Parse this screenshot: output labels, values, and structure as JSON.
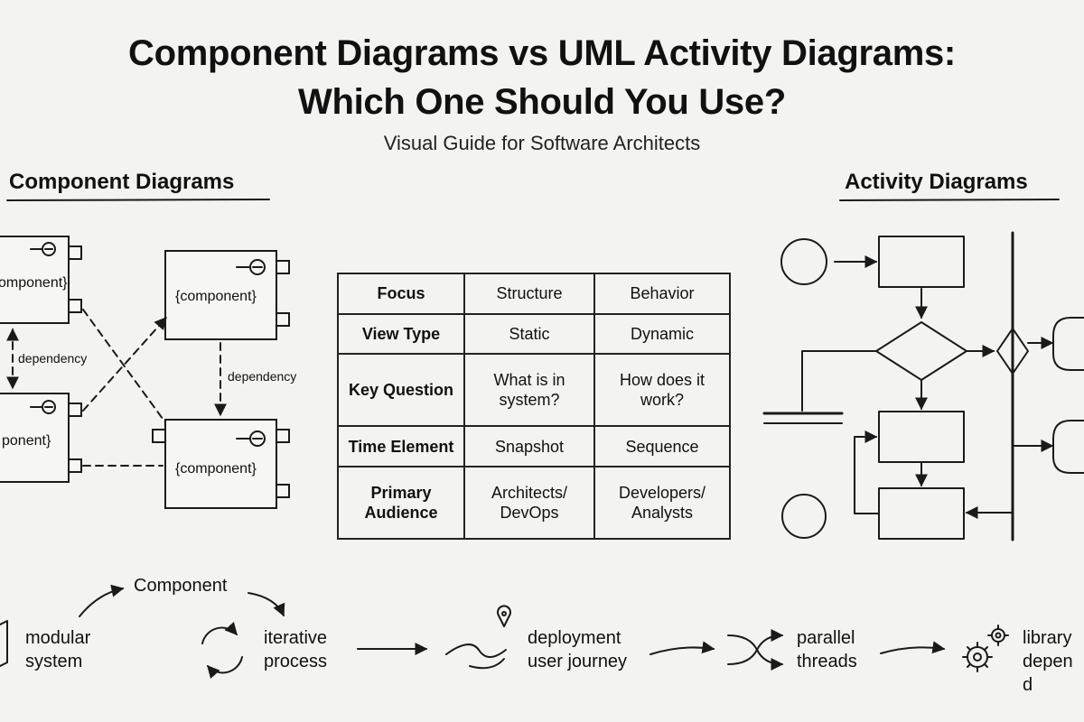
{
  "header": {
    "title_line1": "Component Diagrams vs UML Activity Diagrams:",
    "title_line2": "Which One Should You Use?",
    "subtitle": "Visual Guide for Software Architects"
  },
  "sections": {
    "left": "Component Diagrams",
    "right": "Activity Diagrams"
  },
  "component_diagram": {
    "component_label": "{component}",
    "partial_label": "omponent}",
    "partial_label_2": "ponent}",
    "dependency_label": "dependency"
  },
  "comparison": {
    "rows": [
      {
        "label": "Focus",
        "component": "Structure",
        "activity": "Behavior"
      },
      {
        "label": "View Type",
        "component": "Static",
        "activity": "Dynamic"
      },
      {
        "label": "Key Question",
        "component": "What is in system?",
        "activity": "How does it work?"
      },
      {
        "label": "Time Element",
        "component": "Snapshot",
        "activity": "Sequence"
      },
      {
        "label": "Primary Audience",
        "component": "Architects/ DevOps",
        "activity": "Developers/ Analysts"
      }
    ]
  },
  "bottom_flow": {
    "component_label": "Component",
    "items": [
      {
        "icon": "cube-icon",
        "text": "modular system"
      },
      {
        "icon": "cycle-arrows-icon",
        "text": "iterative process"
      },
      {
        "icon": "route-pin-icon",
        "text": "deployment user journey"
      },
      {
        "icon": "shuffle-icon",
        "text": "parallel threads"
      },
      {
        "icon": "gears-icon",
        "text": "library depend"
      }
    ]
  }
}
